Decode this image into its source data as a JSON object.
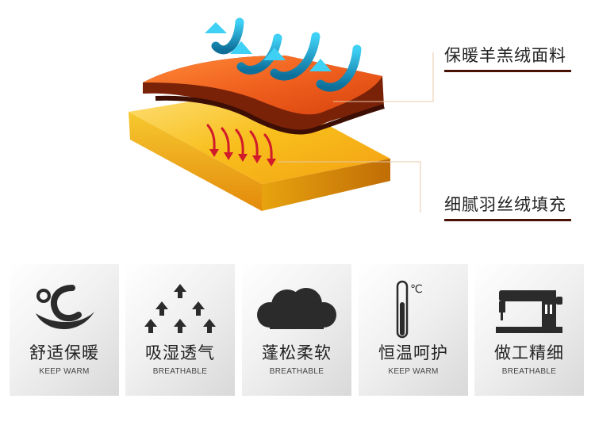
{
  "layers": {
    "top_label": "保暖羊羔绒面料",
    "bottom_label": "细腻羽丝绒填充"
  },
  "features": [
    {
      "icon": "warmth-icon",
      "title": "舒适保暖",
      "subtitle": "KEEP WARM"
    },
    {
      "icon": "breathable-arrows-icon",
      "title": "吸湿透气",
      "subtitle": "BREATHABLE"
    },
    {
      "icon": "cloud-icon",
      "title": "蓬松柔软",
      "subtitle": "BREATHABLE"
    },
    {
      "icon": "thermometer-icon",
      "title": "恒温呵护",
      "subtitle": "KEEP WARM",
      "unit": "℃"
    },
    {
      "icon": "sewing-machine-icon",
      "title": "做工精细",
      "subtitle": "BREATHABLE"
    }
  ],
  "colors": {
    "top_fabric": "#e8561a",
    "filling": "#f7c21b",
    "arrow_up": "#1aa7d6",
    "arrow_down": "#d11a2a",
    "underline": "#4a1206",
    "icon": "#2b2b2b"
  }
}
